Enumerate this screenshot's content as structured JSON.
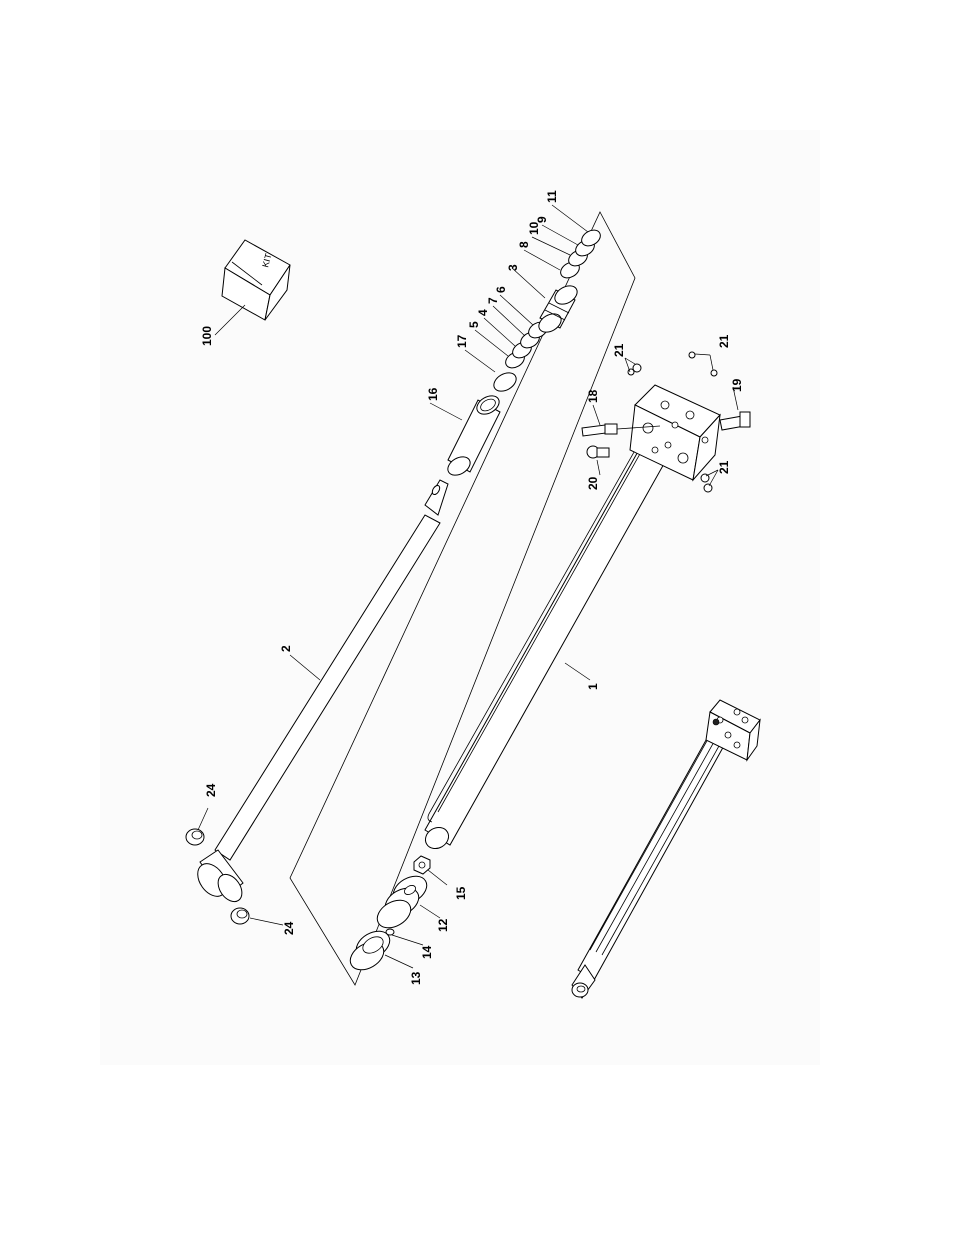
{
  "diagram": {
    "callouts": {
      "c1": "1",
      "c2": "2",
      "c3": "3",
      "c4": "4",
      "c5": "5",
      "c6": "6",
      "c7": "7",
      "c8": "8",
      "c9": "9",
      "c10": "10",
      "c11": "11",
      "c12": "12",
      "c13": "13",
      "c14": "14",
      "c15": "15",
      "c16": "16",
      "c17": "17",
      "c18": "18",
      "c19": "19",
      "c20": "20",
      "c21a": "21",
      "c21b": "21",
      "c21c": "21",
      "c24a": "24",
      "c24b": "24",
      "c100": "100"
    },
    "kit_label": "KIT"
  }
}
